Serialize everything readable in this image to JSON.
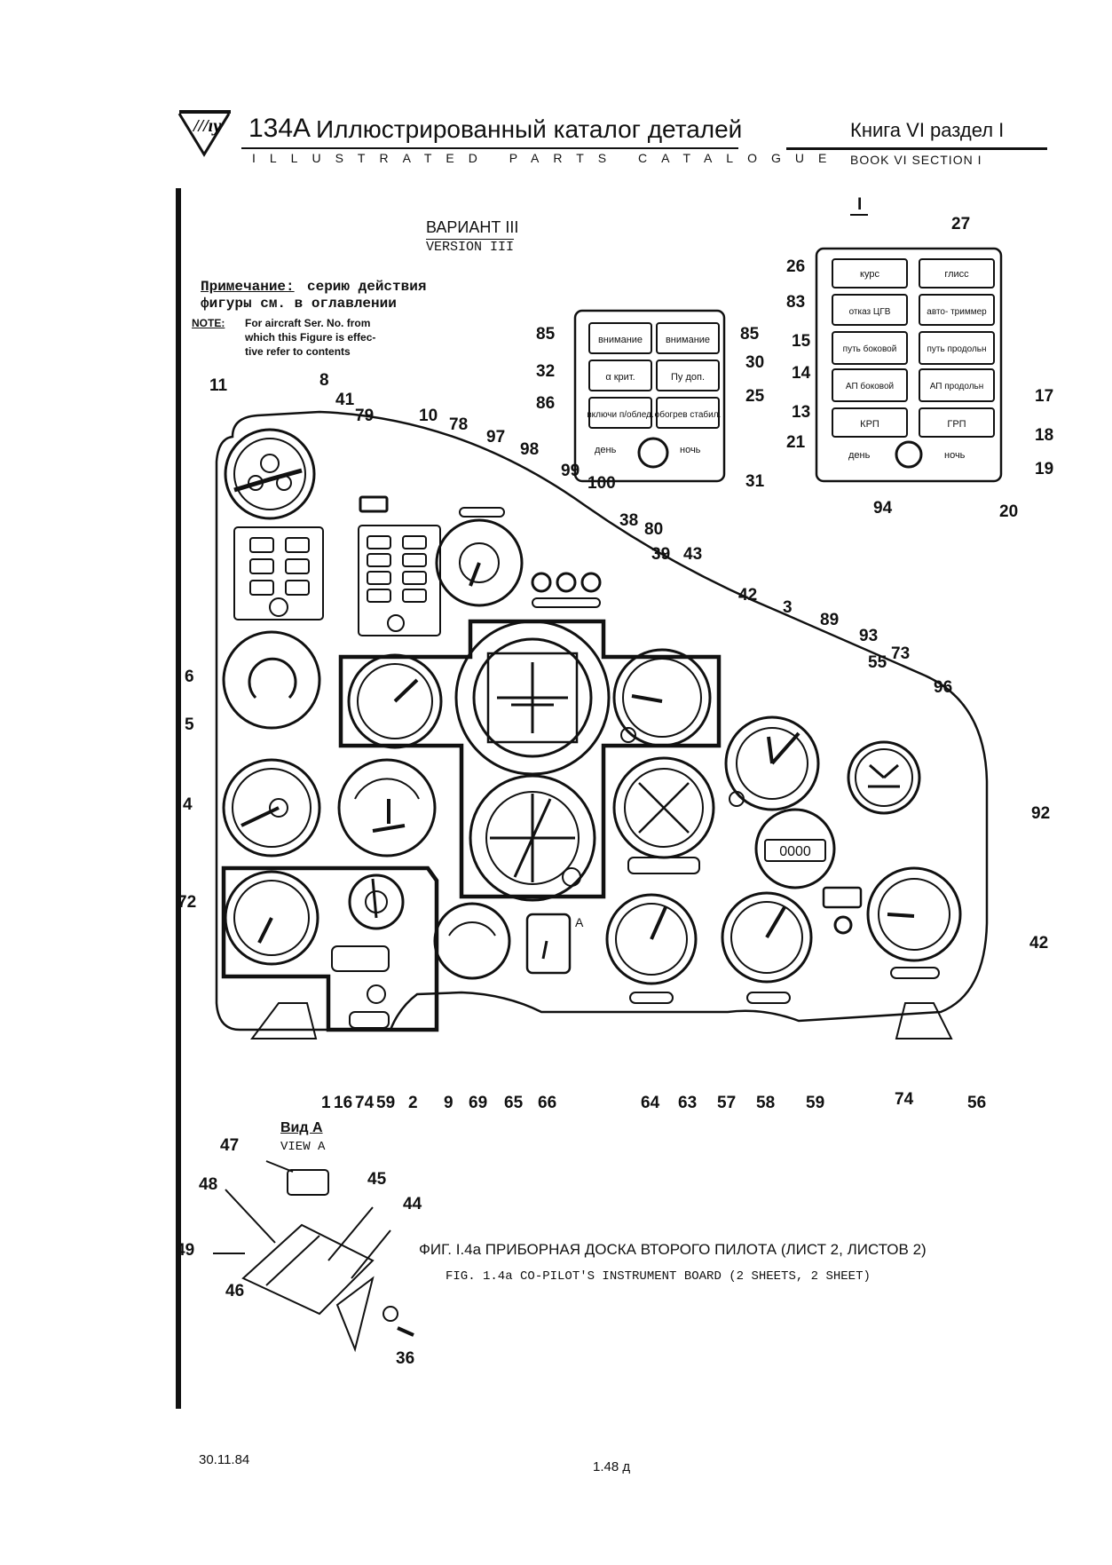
{
  "header": {
    "model": "134A",
    "title_ru": "Иллюстрированный каталог деталей",
    "title_en": "ILLUSTRATED PARTS CATALOGUE",
    "book_ru": "Книга VI раздел I",
    "book_en": "BOOK VI SECTION I"
  },
  "variant": {
    "ru": "ВАРИАНТ III",
    "en": "VERSION III"
  },
  "note": {
    "ru_label": "Примечание:",
    "ru_text_1": "серию действия",
    "ru_text_2": "фигуры см. в оглавлении",
    "en_label": "NOTE:",
    "en_text_1": "For aircraft Ser. No. from",
    "en_text_2": "which this Figure is effec-",
    "en_text_3": "tive refer to contents"
  },
  "panel_small": {
    "buttons": [
      {
        "text": "внимание"
      },
      {
        "text": "внимание"
      },
      {
        "text": "α крит."
      },
      {
        "text": "Пу доп."
      },
      {
        "text": "включи п/облед."
      },
      {
        "text": "обогрев стабил."
      }
    ],
    "day": "день",
    "night": "ночь"
  },
  "panel_large": {
    "roman": "I",
    "buttons": [
      {
        "text": "курс"
      },
      {
        "text": "глисс"
      },
      {
        "text": "отказ ЦГВ"
      },
      {
        "text": "авто- триммер"
      },
      {
        "text": "путь боковой"
      },
      {
        "text": "путь продольн"
      },
      {
        "text": "АП боковой"
      },
      {
        "text": "АП продольн"
      },
      {
        "text": "КРП"
      },
      {
        "text": "ГРП"
      }
    ],
    "day": "день",
    "night": "ночь"
  },
  "callouts": [
    "11",
    "8",
    "41",
    "79",
    "10",
    "78",
    "97",
    "98",
    "99",
    "100",
    "38",
    "80",
    "39",
    "43",
    "42",
    "3",
    "89",
    "93",
    "55",
    "73",
    "96",
    "92",
    "42",
    "6",
    "5",
    "4",
    "72",
    "1",
    "16",
    "74",
    "59",
    "2",
    "9",
    "69",
    "65",
    "66",
    "64",
    "63",
    "57",
    "58",
    "59",
    "74",
    "56",
    "85",
    "32",
    "86",
    "85",
    "30",
    "25",
    "31",
    "26",
    "83",
    "15",
    "14",
    "13",
    "21",
    "94",
    "27",
    "17",
    "18",
    "19",
    "20",
    "47",
    "48",
    "45",
    "44",
    "49",
    "46",
    "36"
  ],
  "instrument_labels": {
    "a_marker": "A",
    "cluster_readout": "0000"
  },
  "view_a": {
    "ru": "Вид А",
    "en": "VIEW A"
  },
  "figure": {
    "ru": "ФИГ. I.4а ПРИБОРНАЯ ДОСКА ВТОРОГО ПИЛОТА (ЛИСТ 2, ЛИСТОВ 2)",
    "en": "FIG. 1.4a CO-PILOT'S INSTRUMENT BOARD (2 SHEETS, 2 SHEET)"
  },
  "footer": {
    "date": "30.11.84",
    "page": "1.48 д"
  },
  "colors": {
    "ink": "#111111",
    "paper": "#ffffff"
  }
}
